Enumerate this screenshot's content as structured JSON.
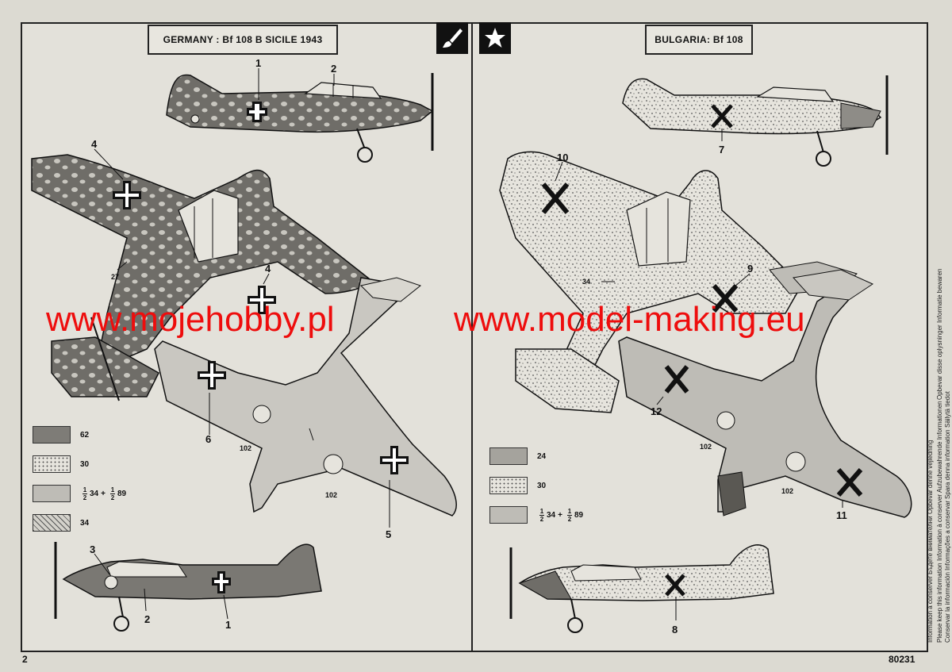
{
  "left_panel": {
    "title": "GERMANY :  Bf 108 B SICILE 1943",
    "callouts": {
      "side_top": [
        "1",
        "2"
      ],
      "wing_top": [
        "4",
        "27",
        "4"
      ],
      "wing_bottom": [
        "6",
        "102",
        "102",
        "5"
      ],
      "side_bottom": [
        "3",
        "2",
        "1"
      ]
    },
    "legend": [
      {
        "code": "62",
        "color": "#7e7c77"
      },
      {
        "code": "30",
        "color": "#cfccc3"
      },
      {
        "code_half_a": "34",
        "code_half_b": "89",
        "color": "#bebcb6"
      },
      {
        "code": "34",
        "color": "#c9c7c1"
      }
    ]
  },
  "right_panel": {
    "title": "BULGARIA: Bf 108",
    "callouts": {
      "side_top": [
        "7"
      ],
      "wing_top": [
        "10",
        "9",
        "34"
      ],
      "wing_bottom": [
        "12",
        "102",
        "102",
        "11"
      ],
      "side_bottom": [
        "8"
      ]
    },
    "legend": [
      {
        "code": "24",
        "color": "#a5a39d"
      },
      {
        "code": "30",
        "color": "#cfccc3"
      },
      {
        "code_half_a": "34",
        "code_half_b": "89",
        "color": "#bebcb6"
      }
    ]
  },
  "icons": [
    "paint-brush-icon",
    "star-icon"
  ],
  "fraction_numerator": "1",
  "fraction_denominator": "2",
  "fraction_plus": "+",
  "watermark": {
    "left": "www.mojehobby.pl",
    "right": "www.model-making.eu"
  },
  "side_info": [
    "Information à conserver",
    "Бъдете внимателни",
    "Opbevar denne vejledning",
    "Please keep this information",
    "Information à conserver",
    "Aufzubewahrende Informationen",
    "Opbevar disse oplysninger",
    "Informatie bewaren",
    "Conservar la información",
    "Informações a conservar",
    "Spara denna information",
    "Säilytä tiedot"
  ],
  "page_number": "2",
  "catalog_number": "80231",
  "colors": {
    "watermark": "#ee0d0d",
    "ink": "#111111",
    "paper": "#e3e1da"
  }
}
